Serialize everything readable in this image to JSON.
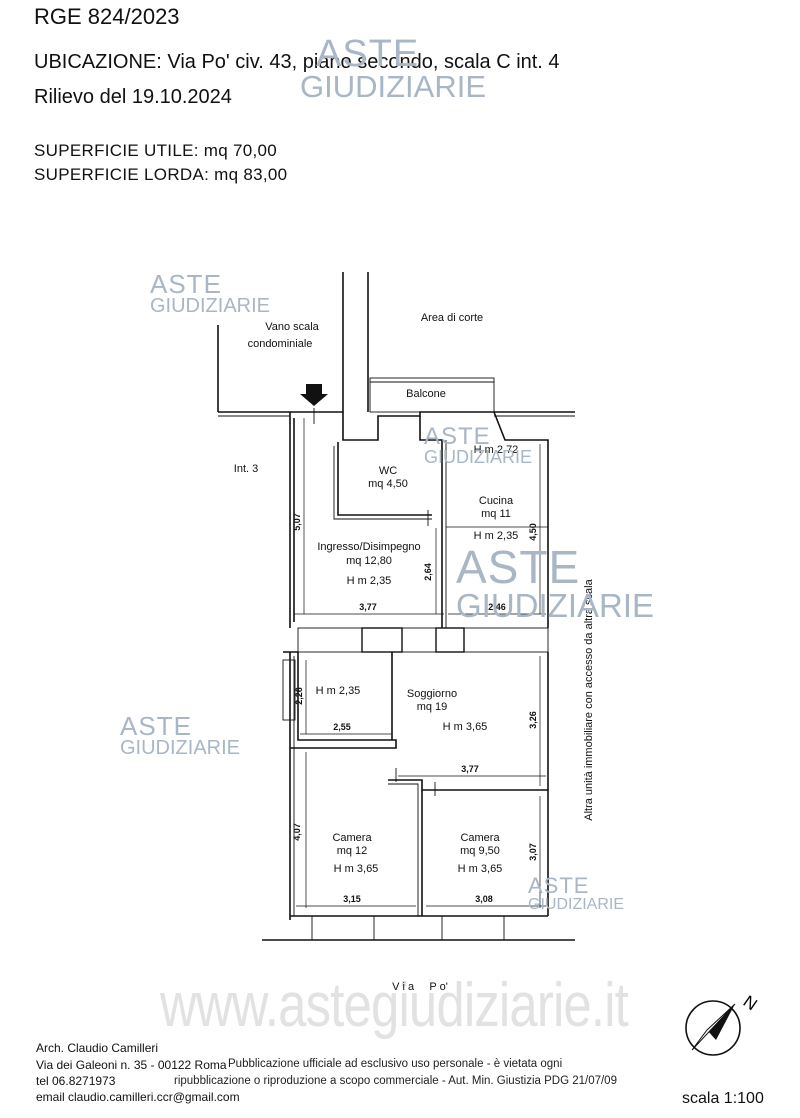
{
  "header": {
    "case_number": "RGE 824/2023",
    "location": "UBICAZIONE: Via Po' civ. 43, piano secondo, scala C int. 4",
    "survey_date": "Rilievo del 19.10.2024",
    "area_util": "SUPERFICIE UTILE: mq 70,00",
    "area_lorda": "SUPERFICIE LORDA: mq 83,00"
  },
  "plan": {
    "vano_scala_1": "Vano scala",
    "vano_scala_2": "condominiale",
    "area_corte": "Area di corte",
    "balcone": "Balcone",
    "int3": "Int. 3",
    "wc_name": "WC",
    "wc_area": "mq 4,50",
    "cucina_h": "H m 2,72",
    "cucina_name": "Cucina",
    "cucina_area": "mq 11",
    "cucina_h2": "H m 2,35",
    "ingresso_name": "Ingresso/Disimpegno",
    "ingresso_area": "mq 12,80",
    "ingresso_h": "H m 2,35",
    "soggiorno_h1": "H m 2,35",
    "soggiorno_name": "Soggiorno",
    "soggiorno_area": "mq 19",
    "soggiorno_h2": "H m 3,65",
    "camera1_name": "Camera",
    "camera1_area": "mq 12",
    "camera1_h": "H m 3,65",
    "camera2_name": "Camera",
    "camera2_area": "mq 9,50",
    "camera2_h": "H m 3,65",
    "side_note": "Altra unità immobiliare con accesso da altra scala",
    "street": "V i a     P o'",
    "north": "N",
    "dims": {
      "d507": "5,07",
      "d377a": "3,77",
      "d264": "2,64",
      "d246": "2,46",
      "d450": "4,50",
      "d226": "2,26",
      "d255": "2,55",
      "d326": "3,26",
      "d377b": "3,77",
      "d407": "4,07",
      "d315": "3,15",
      "d308": "3,08",
      "d307": "3,07"
    }
  },
  "watermark": {
    "line1": "ASTE",
    "line2": "GIUDIZIARIE",
    "site": "www.astegiudiziarie.it"
  },
  "footer": {
    "architect": "Arch. Claudio Camilleri",
    "address": "Via dei Galeoni n. 35 - 00122 Roma",
    "phone": "tel 06.8271973",
    "email": "email claudio.camilleri.ccr@gmail.com",
    "notice1": "Pubblicazione ufficiale ad esclusivo uso personale - è vietata ogni",
    "notice2": "ripubblicazione o riproduzione a scopo commerciale - Aut. Min. Giustizia PDG 21/07/09",
    "scale": "scala 1:100"
  }
}
